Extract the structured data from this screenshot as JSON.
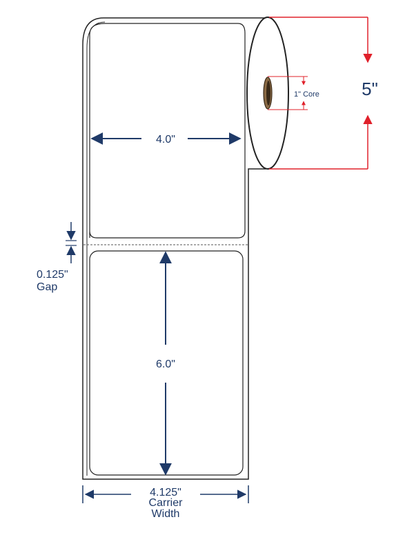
{
  "labels": {
    "label_width": "4.0\"",
    "label_length": "6.0\"",
    "gap_value": "0.125\"",
    "gap_word": "Gap",
    "carrier_value": "4.125\"",
    "carrier_line1": "Carrier",
    "carrier_line2": "Width",
    "core": "1\" Core",
    "roll_diameter": "5\""
  },
  "colors": {
    "outline": "#222222",
    "dimension": "#1f3a68",
    "accent": "#e0202a",
    "core_fill": "#8a6a45",
    "core_hole": "#3a2a18"
  }
}
